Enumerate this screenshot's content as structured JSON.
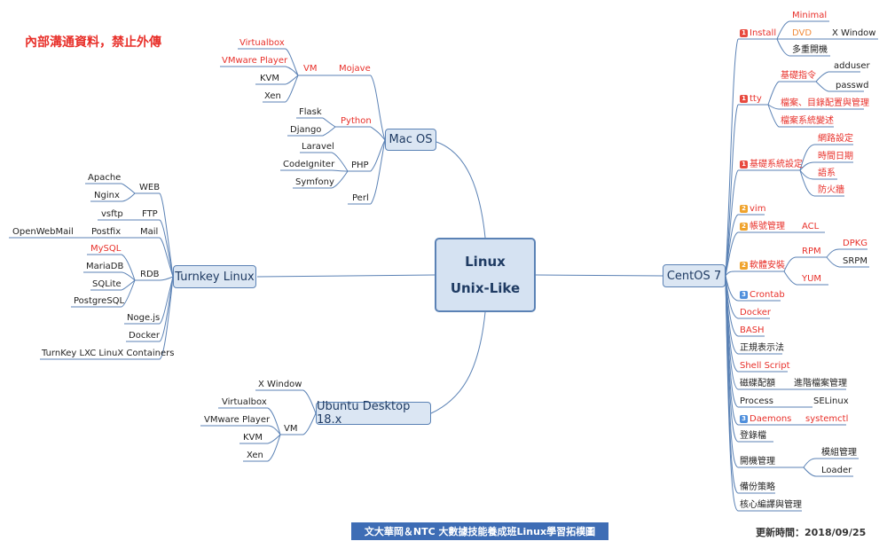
{
  "notice": "內部溝通資料，禁止外傳",
  "banner": "文大華岡＆NTC 大數據技能養成班Linux學習拓樸圖",
  "updated": "更新時間：2018/09/25",
  "center": {
    "line1": "Linux",
    "line2": "Unix-Like"
  },
  "macos": {
    "title": "Mac OS",
    "mojave": "Mojave",
    "vm": "VM",
    "vm_items": [
      "Virtualbox",
      "VMware Player",
      "KVM",
      "Xen"
    ],
    "python": "Python",
    "python_items": [
      "Flask",
      "Django"
    ],
    "php": "PHP",
    "php_items": [
      "Laravel",
      "CodeIgniter",
      "Symfony"
    ],
    "perl": "Perl"
  },
  "turnkey": {
    "title": "Turnkey Linux",
    "web": "WEB",
    "web_items": [
      "Apache",
      "Nginx"
    ],
    "ftp": "FTP",
    "ftp_items": [
      "vsftp"
    ],
    "mail": "Mail",
    "postfix": "Postfix",
    "openwebmail": "OpenWebMail",
    "rdb": "RDB",
    "rdb_items": [
      "MySQL",
      "MariaDB",
      "SQLite",
      "PostgreSQL"
    ],
    "nodejs": "Noge.js",
    "docker": "Docker",
    "lxc": "TurnKey LXC LinuX Containers"
  },
  "ubuntu": {
    "title": "Ubuntu Desktop 18.x",
    "xwindow": "X Window",
    "vm": "VM",
    "vm_items": [
      "Virtualbox",
      "VMware Player",
      "KVM",
      "Xen"
    ]
  },
  "centos": {
    "title": "CentOS 7",
    "install": "Install",
    "minimal": "Minimal",
    "dvd": "DVD",
    "xwindow": "X Window",
    "multiboot": "多重開機",
    "tty": "tty",
    "basic_cmd": "基礎指令",
    "adduser": "adduser",
    "passwd": "passwd",
    "file_dir": "檔案、目錄配置與管理",
    "fs_change": "檔案系統變述",
    "sys_setting": "基礎系統設定",
    "sys_items": [
      "網路設定",
      "時間日期",
      "語系",
      "防火牆"
    ],
    "vim": "vim",
    "account": "帳號管理",
    "acl": "ACL",
    "software": "軟體安裝",
    "rpm": "RPM",
    "dpkg": "DPKG",
    "srpm": "SRPM",
    "yum": "YUM",
    "crontab": "Crontab",
    "docker": "Docker",
    "bash": "BASH",
    "regex": "正規表示法",
    "shell": "Shell Script",
    "disk": "磁碟配額",
    "adv_file": "進階檔案管理",
    "process": "Process",
    "selinux": "SELinux",
    "daemons": "Daemons",
    "systemctl": "systemctl",
    "login": "登錄檔",
    "boot": "開機管理",
    "module": "模組管理",
    "loader": "Loader",
    "backup": "備份策略",
    "kernel": "核心編譯與管理"
  }
}
